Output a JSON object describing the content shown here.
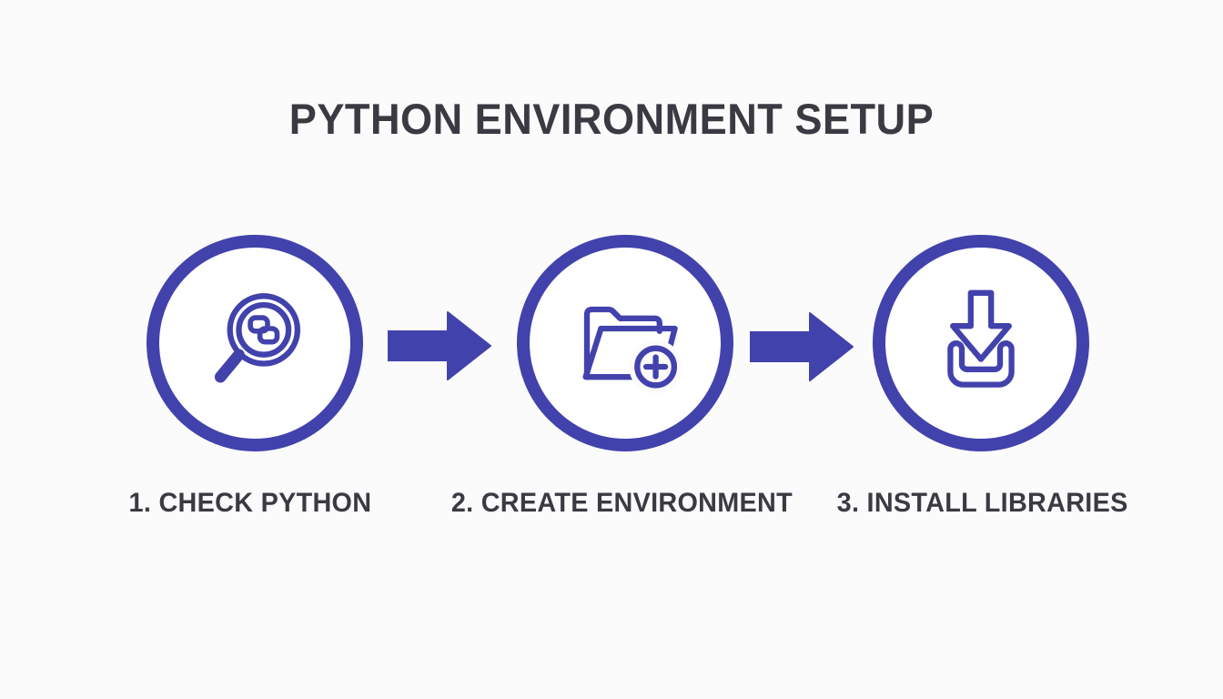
{
  "title": "PYTHON ENVIRONMENT SETUP",
  "colors": {
    "accent": "#4242AC",
    "heading": "#3A3A42",
    "background": "#FBFBFC"
  },
  "steps": [
    {
      "label": "1. CHECK PYTHON",
      "icon": "magnifier-python-icon"
    },
    {
      "label": "2. CREATE ENVIRONMENT",
      "icon": "folder-plus-icon"
    },
    {
      "label": "3. INSTALL LIBRARIES",
      "icon": "download-tray-icon"
    }
  ],
  "connectors": [
    {
      "icon": "right-arrow-icon"
    },
    {
      "icon": "right-arrow-icon"
    }
  ]
}
